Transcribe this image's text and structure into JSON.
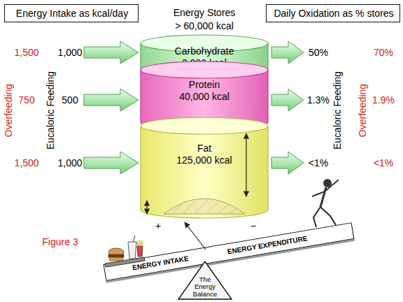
{
  "diagram": {
    "caption": "Figure 3",
    "nodes": [
      {
        "text": [
          "Energy Intake as kcal/day"
        ]
      },
      {
        "text": [
          "Energy Stores",
          "> 60,000 kcal"
        ]
      },
      {
        "text": [
          "Carbohydrate",
          "2,000 kcal"
        ],
        "in": 1
      },
      {
        "text": [
          "Protein",
          "40,000 kcal"
        ],
        "in": 1
      },
      {
        "text": [
          "Fat",
          "125,000 kcal"
        ],
        "in": 1
      },
      {
        "text": [
          "Daily Oxidation as % stores"
        ]
      },
      {
        "text": [
          "ENERGY INTAKE",
          "ENERGY EXPENDITURE"
        ]
      },
      {
        "text": [
          "The Energy Balance"
        ]
      }
    ],
    "labels": [
      "1,500",
      "1,000",
      "750",
      "500",
      "1,500",
      "1,000",
      "Overfeeding",
      "Eucaloric Feeding",
      "50%",
      "70%",
      "1.3%",
      "1.9%",
      "<1%",
      "<1%",
      "Eucaloric Feeding",
      "Overfeeding",
      "+",
      "−"
    ]
  }
}
